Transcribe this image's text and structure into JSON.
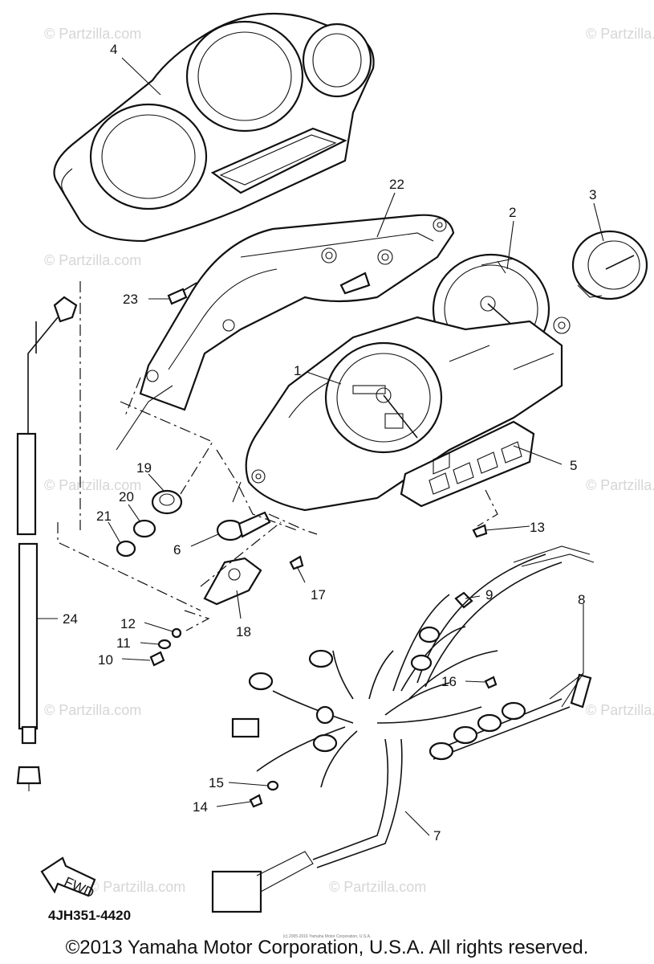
{
  "diagram": {
    "callouts": [
      {
        "id": "1",
        "text": "1"
      },
      {
        "id": "2",
        "text": "2"
      },
      {
        "id": "3",
        "text": "3"
      },
      {
        "id": "4",
        "text": "4"
      },
      {
        "id": "5",
        "text": "5"
      },
      {
        "id": "6",
        "text": "6"
      },
      {
        "id": "7",
        "text": "7"
      },
      {
        "id": "8",
        "text": "8"
      },
      {
        "id": "9",
        "text": "9"
      },
      {
        "id": "10",
        "text": "10"
      },
      {
        "id": "11",
        "text": "11"
      },
      {
        "id": "12",
        "text": "12"
      },
      {
        "id": "13",
        "text": "13"
      },
      {
        "id": "14",
        "text": "14"
      },
      {
        "id": "15",
        "text": "15"
      },
      {
        "id": "16",
        "text": "16"
      },
      {
        "id": "17",
        "text": "17"
      },
      {
        "id": "18",
        "text": "18"
      },
      {
        "id": "19",
        "text": "19"
      },
      {
        "id": "20",
        "text": "20"
      },
      {
        "id": "21",
        "text": "21"
      },
      {
        "id": "22",
        "text": "22"
      },
      {
        "id": "23",
        "text": "23"
      },
      {
        "id": "24",
        "text": "24"
      }
    ],
    "fwd_label": "FWD",
    "part_code": "4JH351-4420",
    "fine_print": "(c) 2005-2016 Yamaha Motor Corporation, U.S.A.",
    "watermark": "© Partzilla.com",
    "copyright": "©2013 Yamaha Motor Corporation, U.S.A. All rights reserved."
  }
}
